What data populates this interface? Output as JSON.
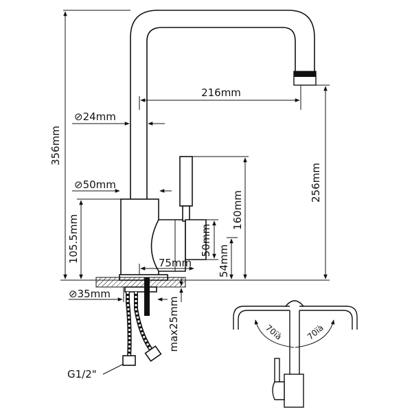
{
  "dimensions": {
    "total_height": "356mm",
    "spout_reach": "216mm",
    "tube_diameter": "24mm",
    "body_diameter": "50mm",
    "body_height": "105.5mm",
    "spout_height": "256mm",
    "handle_height": "160mm",
    "handle_offset_50": "50mm",
    "handle_offset_54": "54mm",
    "handle_length": "75mm",
    "base_diameter": "35mm",
    "max_thickness": "max25mm",
    "thread": "G1/2\""
  },
  "swivel": {
    "left_angle": "70ïà",
    "right_angle": "70ïà"
  },
  "symbols": {
    "diameter": "⊘"
  }
}
